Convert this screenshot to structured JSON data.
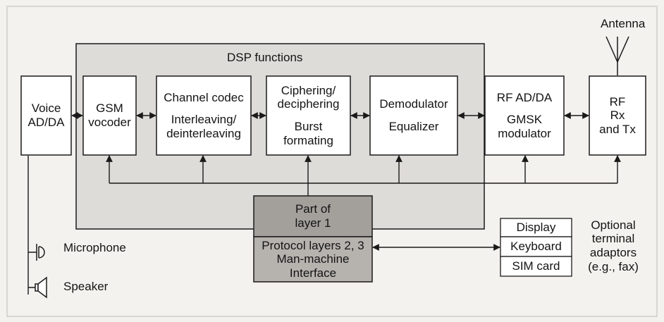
{
  "dsp": {
    "title": "DSP functions"
  },
  "blocks": {
    "voice": [
      "Voice",
      "AD/DA"
    ],
    "vocoder": [
      "GSM",
      "vocoder"
    ],
    "codec": {
      "top": [
        "Channel codec"
      ],
      "bottom": [
        "Interleaving/",
        "deinterleaving"
      ]
    },
    "cipher": {
      "top": [
        "Ciphering/",
        "deciphering"
      ],
      "bottom": [
        "Burst",
        "formating"
      ]
    },
    "demod": {
      "top": [
        "Demodulator"
      ],
      "bottom": [
        "Equalizer"
      ]
    },
    "rfadda": {
      "top": [
        "RF AD/DA"
      ],
      "bottom": [
        "GMSK",
        "modulator"
      ]
    },
    "rf": [
      "RF",
      "Rx",
      "and Tx"
    ],
    "layer1": [
      "Part of",
      "layer 1"
    ],
    "protocol": [
      "Protocol layers 2, 3",
      "Man-machine",
      "Interface"
    ]
  },
  "peripherals": [
    "Display",
    "Keyboard",
    "SIM card"
  ],
  "optional": [
    "Optional",
    "terminal",
    "adaptors",
    "(e.g., fax)"
  ],
  "antenna": "Antenna",
  "microphone": "Microphone",
  "speaker": "Speaker",
  "colors": {
    "background": "#f4f2ee",
    "dsp_fill": "#dedcd8",
    "box_fill": "#ffffff",
    "layer1_fill": "#a3a09c",
    "protocol_fill": "#b6b3af",
    "stroke": "#1a1a1a"
  }
}
